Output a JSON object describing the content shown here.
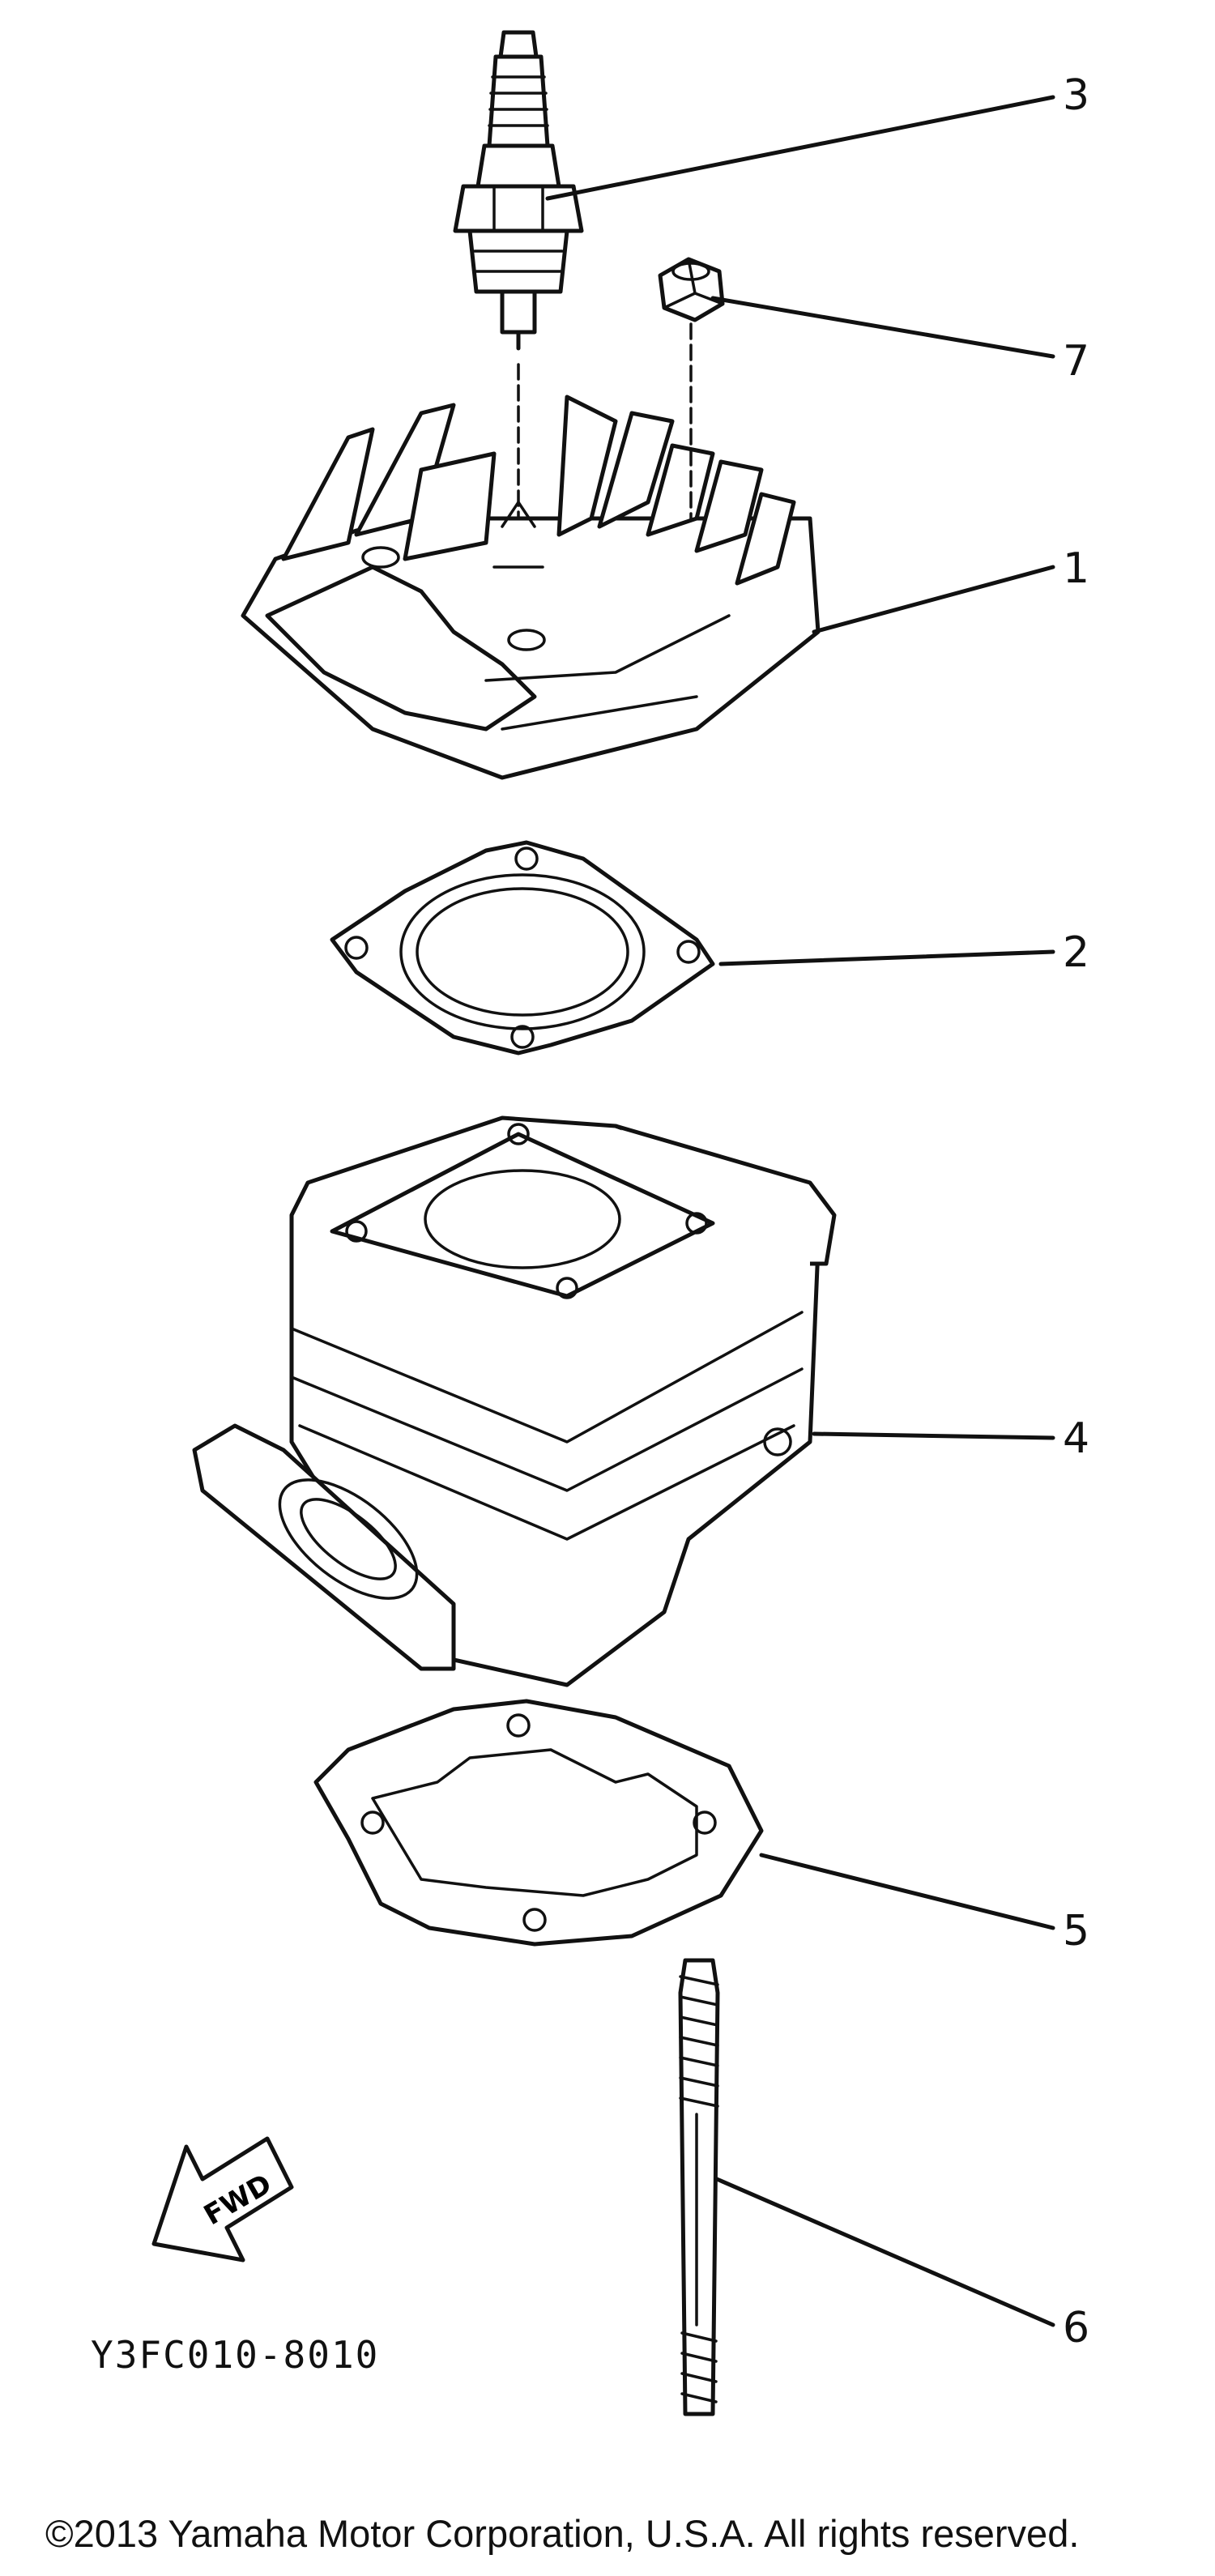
{
  "diagram": {
    "callouts": [
      {
        "id": "1",
        "label": "1"
      },
      {
        "id": "2",
        "label": "2"
      },
      {
        "id": "3",
        "label": "3"
      },
      {
        "id": "4",
        "label": "4"
      },
      {
        "id": "5",
        "label": "5"
      },
      {
        "id": "6",
        "label": "6"
      },
      {
        "id": "7",
        "label": "7"
      }
    ],
    "fwd_label": "FWD",
    "diagram_code": "Y3FC010-8010",
    "copyright": "©2013 Yamaha Motor Corporation, U.S.A. All rights reserved."
  }
}
